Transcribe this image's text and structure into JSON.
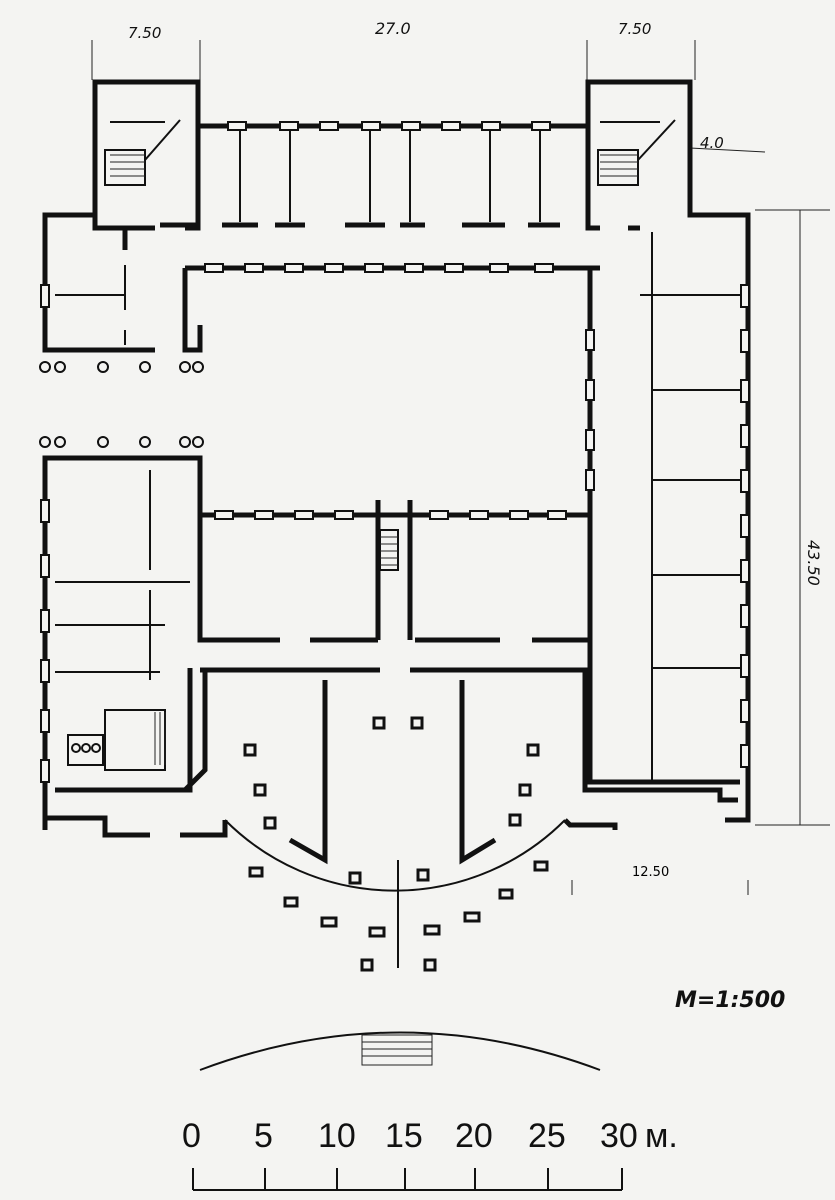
{
  "dimensions": {
    "left_tower_width": "7.50",
    "center_span": "27.0",
    "right_tower_width": "7.50",
    "tower_projection": "4.0",
    "right_wing_length": "43.50",
    "lower_offset": "12.50"
  },
  "scale_ratio": "М=1:500",
  "scale_bar": {
    "labels": [
      "0",
      "5",
      "10",
      "15",
      "20",
      "25",
      "30"
    ],
    "unit": "м."
  },
  "colors": {
    "ink": "#111111",
    "paper": "#f4f4f2"
  }
}
